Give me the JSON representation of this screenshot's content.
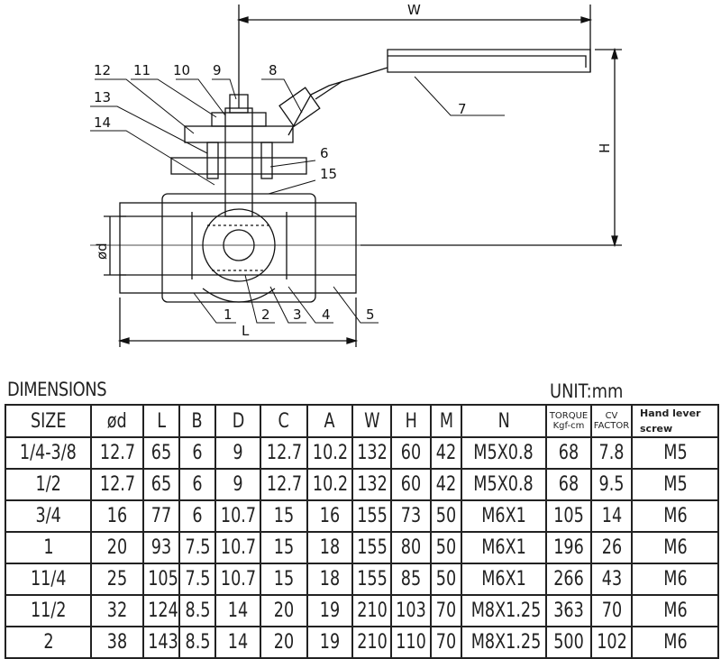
{
  "drawing": {
    "part_labels": [
      "1",
      "2",
      "3",
      "4",
      "5",
      "6",
      "7",
      "8",
      "9",
      "10",
      "11",
      "12",
      "13",
      "14",
      "15"
    ],
    "dimension_labels": {
      "W": "W",
      "H": "H",
      "L": "L",
      "d": "ød"
    }
  },
  "title": "DIMENSIONS",
  "unit": "UNIT:mm",
  "table": {
    "headers": [
      "SIZE",
      "ød",
      "L",
      "B",
      "D",
      "C",
      "A",
      "W",
      "H",
      "M",
      "N",
      "TORQUE Kgf-cm",
      "CV FACTOR",
      "Hand lever screw"
    ],
    "header_torque": [
      "TORQUE",
      "Kgf-cm"
    ],
    "header_cv": [
      "CV",
      "FACTOR"
    ],
    "rows": [
      [
        "1/4-3/8",
        "12.7",
        "65",
        "6",
        "9",
        "12.7",
        "10.2",
        "132",
        "60",
        "42",
        "M5X0.8",
        "68",
        "7.8",
        "M5"
      ],
      [
        "1/2",
        "12.7",
        "65",
        "6",
        "9",
        "12.7",
        "10.2",
        "132",
        "60",
        "42",
        "M5X0.8",
        "68",
        "9.5",
        "M5"
      ],
      [
        "3/4",
        "16",
        "77",
        "6",
        "10.7",
        "15",
        "16",
        "155",
        "73",
        "50",
        "M6X1",
        "105",
        "14",
        "M6"
      ],
      [
        "1",
        "20",
        "93",
        "7.5",
        "10.7",
        "15",
        "18",
        "155",
        "80",
        "50",
        "M6X1",
        "196",
        "26",
        "M6"
      ],
      [
        "11/4",
        "25",
        "105",
        "7.5",
        "10.7",
        "15",
        "18",
        "155",
        "85",
        "50",
        "M6X1",
        "266",
        "43",
        "M6"
      ],
      [
        "11/2",
        "32",
        "124",
        "8.5",
        "14",
        "20",
        "19",
        "210",
        "103",
        "70",
        "M8X1.25",
        "363",
        "70",
        "M6"
      ],
      [
        "2",
        "38",
        "143",
        "8.5",
        "14",
        "20",
        "19",
        "210",
        "110",
        "70",
        "M8X1.25",
        "500",
        "102",
        "M6"
      ]
    ]
  }
}
